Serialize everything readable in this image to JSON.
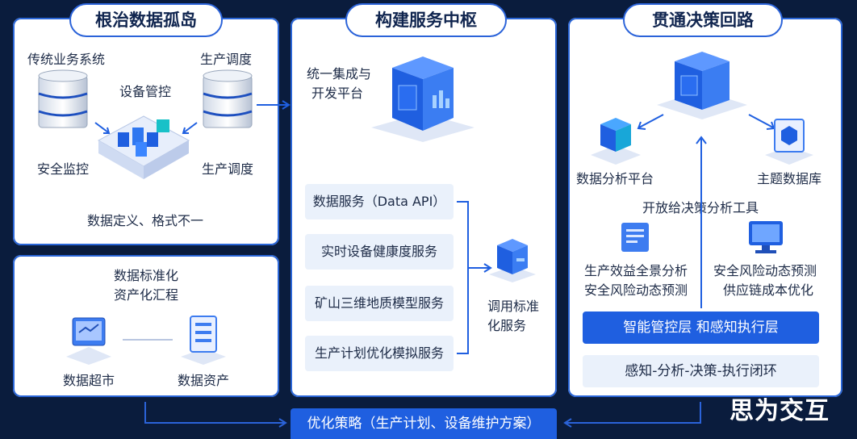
{
  "col1": {
    "title": "根治数据孤岛",
    "labels": {
      "legacy": "传统业务系统",
      "sched_top": "生产调度",
      "device": "设备管控",
      "safety": "安全监控",
      "sched_bottom": "生产调度",
      "inconsistent": "数据定义、格式不一"
    },
    "lower": {
      "title_line1": "数据标准化",
      "title_line2": "资产化汇程",
      "market": "数据超市",
      "assets": "数据资产"
    }
  },
  "col2": {
    "title": "构建服务中枢",
    "platform_line1": "统一集成与",
    "platform_line2": "开发平台",
    "services": [
      "数据服务（Data API）",
      "实时设备健康度服务",
      "矿山三维地质模型服务",
      "生产计划优化模拟服务"
    ],
    "call_line1": "调用标准",
    "call_line2": "化服务"
  },
  "col3": {
    "title": "贯通决策回路",
    "analysis": "数据分析平台",
    "theme_db": "主题数据库",
    "open_tools": "开放给决策分析工具",
    "left_l1": "生产效益全景分析",
    "left_l2": "安全风险动态预测",
    "right_l1": "安全风险动态预测",
    "right_l2": "供应链成本优化",
    "layer": "智能管控层 和感知执行层",
    "loop": "感知-分析-决策-执行闭环"
  },
  "bottom": {
    "strategy": "优化策略（生产计划、设备维护方案）"
  },
  "watermark": "思为交互",
  "colors": {
    "background": "#0a1c3d",
    "accent": "#2b63d9",
    "bar_blue": "#1f5fe0"
  },
  "icons": [
    "database-icon",
    "server-cluster-icon",
    "cube-server-icon",
    "monitor-icon",
    "document-icon",
    "hexagon-icon"
  ]
}
